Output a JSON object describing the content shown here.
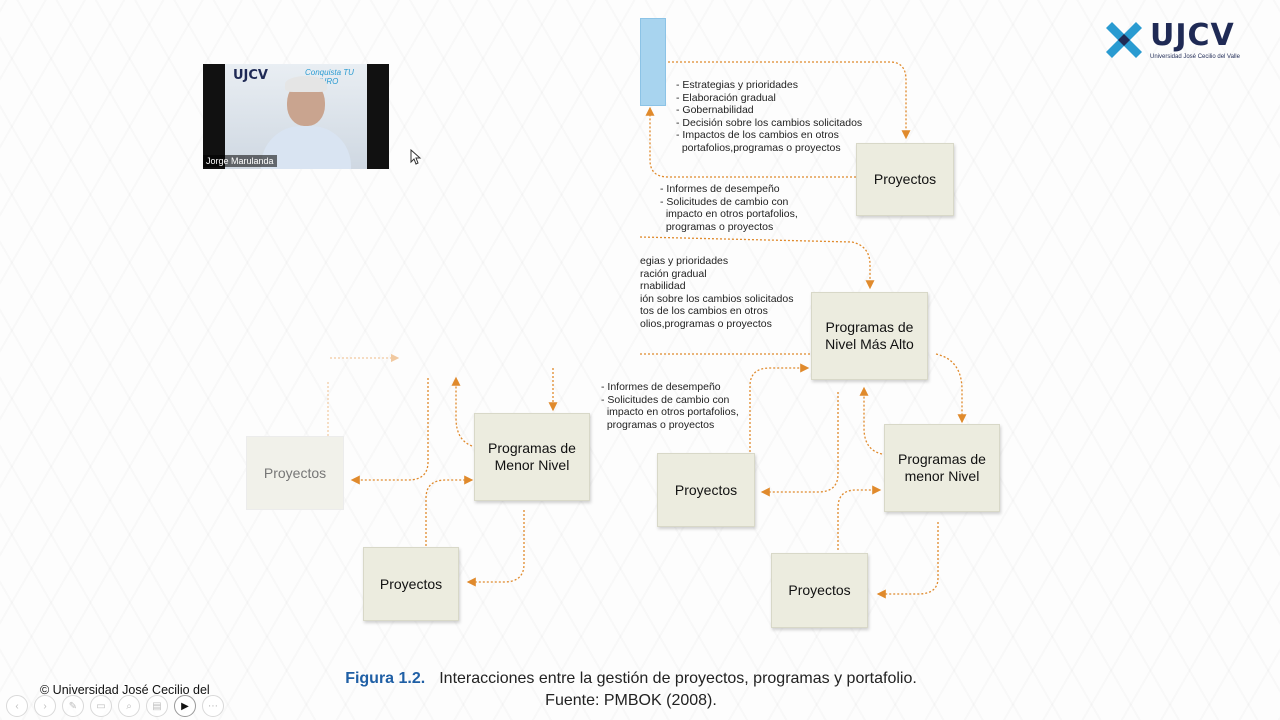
{
  "logo": {
    "text": "UJCV",
    "subtitle": "Universidad José Cecilio del Valle"
  },
  "video": {
    "brand": "UJCV",
    "tagline": "Conquista TU FUTURO",
    "participant_name": "Jorge Marulanda"
  },
  "diagram": {
    "boxes": {
      "top_proyectos": "Proyectos",
      "programas_alto": "Programas de\nNivel Más Alto",
      "programas_menor_right": "Programas de\nmenor Nivel",
      "proyectos_mid_right": "Proyectos",
      "proyectos_bottom_right": "Proyectos",
      "programas_menor_left": "Programas de\nMenor Nivel",
      "proyectos_left": "Proyectos",
      "proyectos_bottom_left": "Proyectos"
    },
    "notes": {
      "top": "- Estrategias y prioridades\n- Elaboración gradual\n- Gobernabilidad\n- Decisión sobre los cambios solicitados\n- Impactos de los cambios en otros\n  portafolios,programas o proyectos",
      "reports_top": "- Informes de desempeño\n- Solicitudes de cambio con\n  impacto en otros portafolios,\n  programas o proyectos",
      "middle_cut": "egias y prioridades\nración gradual\nrnabilidad\nión sobre los cambios solicitados\ntos de los cambios en otros\nolios,programas o proyectos",
      "reports_mid": "- Informes de desempeño\n- Solicitudes de cambio con\n  impacto en otros portafolios,\n  programas o proyectos"
    }
  },
  "caption": {
    "figure": "Figura 1.2.",
    "text": "Interacciones entre la gestión de proyectos, programas y portafolio.",
    "source": "Fuente:  PMBOK  (2008)."
  },
  "footer": {
    "copyright": "© Universidad José Cecilio del"
  },
  "toolbar": {
    "buttons": [
      {
        "icon": "prev-arrow-icon",
        "glyph": "‹"
      },
      {
        "icon": "next-arrow-icon",
        "glyph": "›"
      },
      {
        "icon": "pen-icon",
        "glyph": "✎"
      },
      {
        "icon": "slides-icon",
        "glyph": "▭"
      },
      {
        "icon": "zoom-icon",
        "glyph": "⌕"
      },
      {
        "icon": "subtitles-icon",
        "glyph": "▤"
      },
      {
        "icon": "camera-icon",
        "glyph": "▶"
      },
      {
        "icon": "more-icon",
        "glyph": "⋯"
      }
    ]
  },
  "colors": {
    "arrow": "#e08a2c",
    "caption_fig": "#1f5fa5",
    "brand": "#1f2a55",
    "accent": "#2a9bd1"
  }
}
